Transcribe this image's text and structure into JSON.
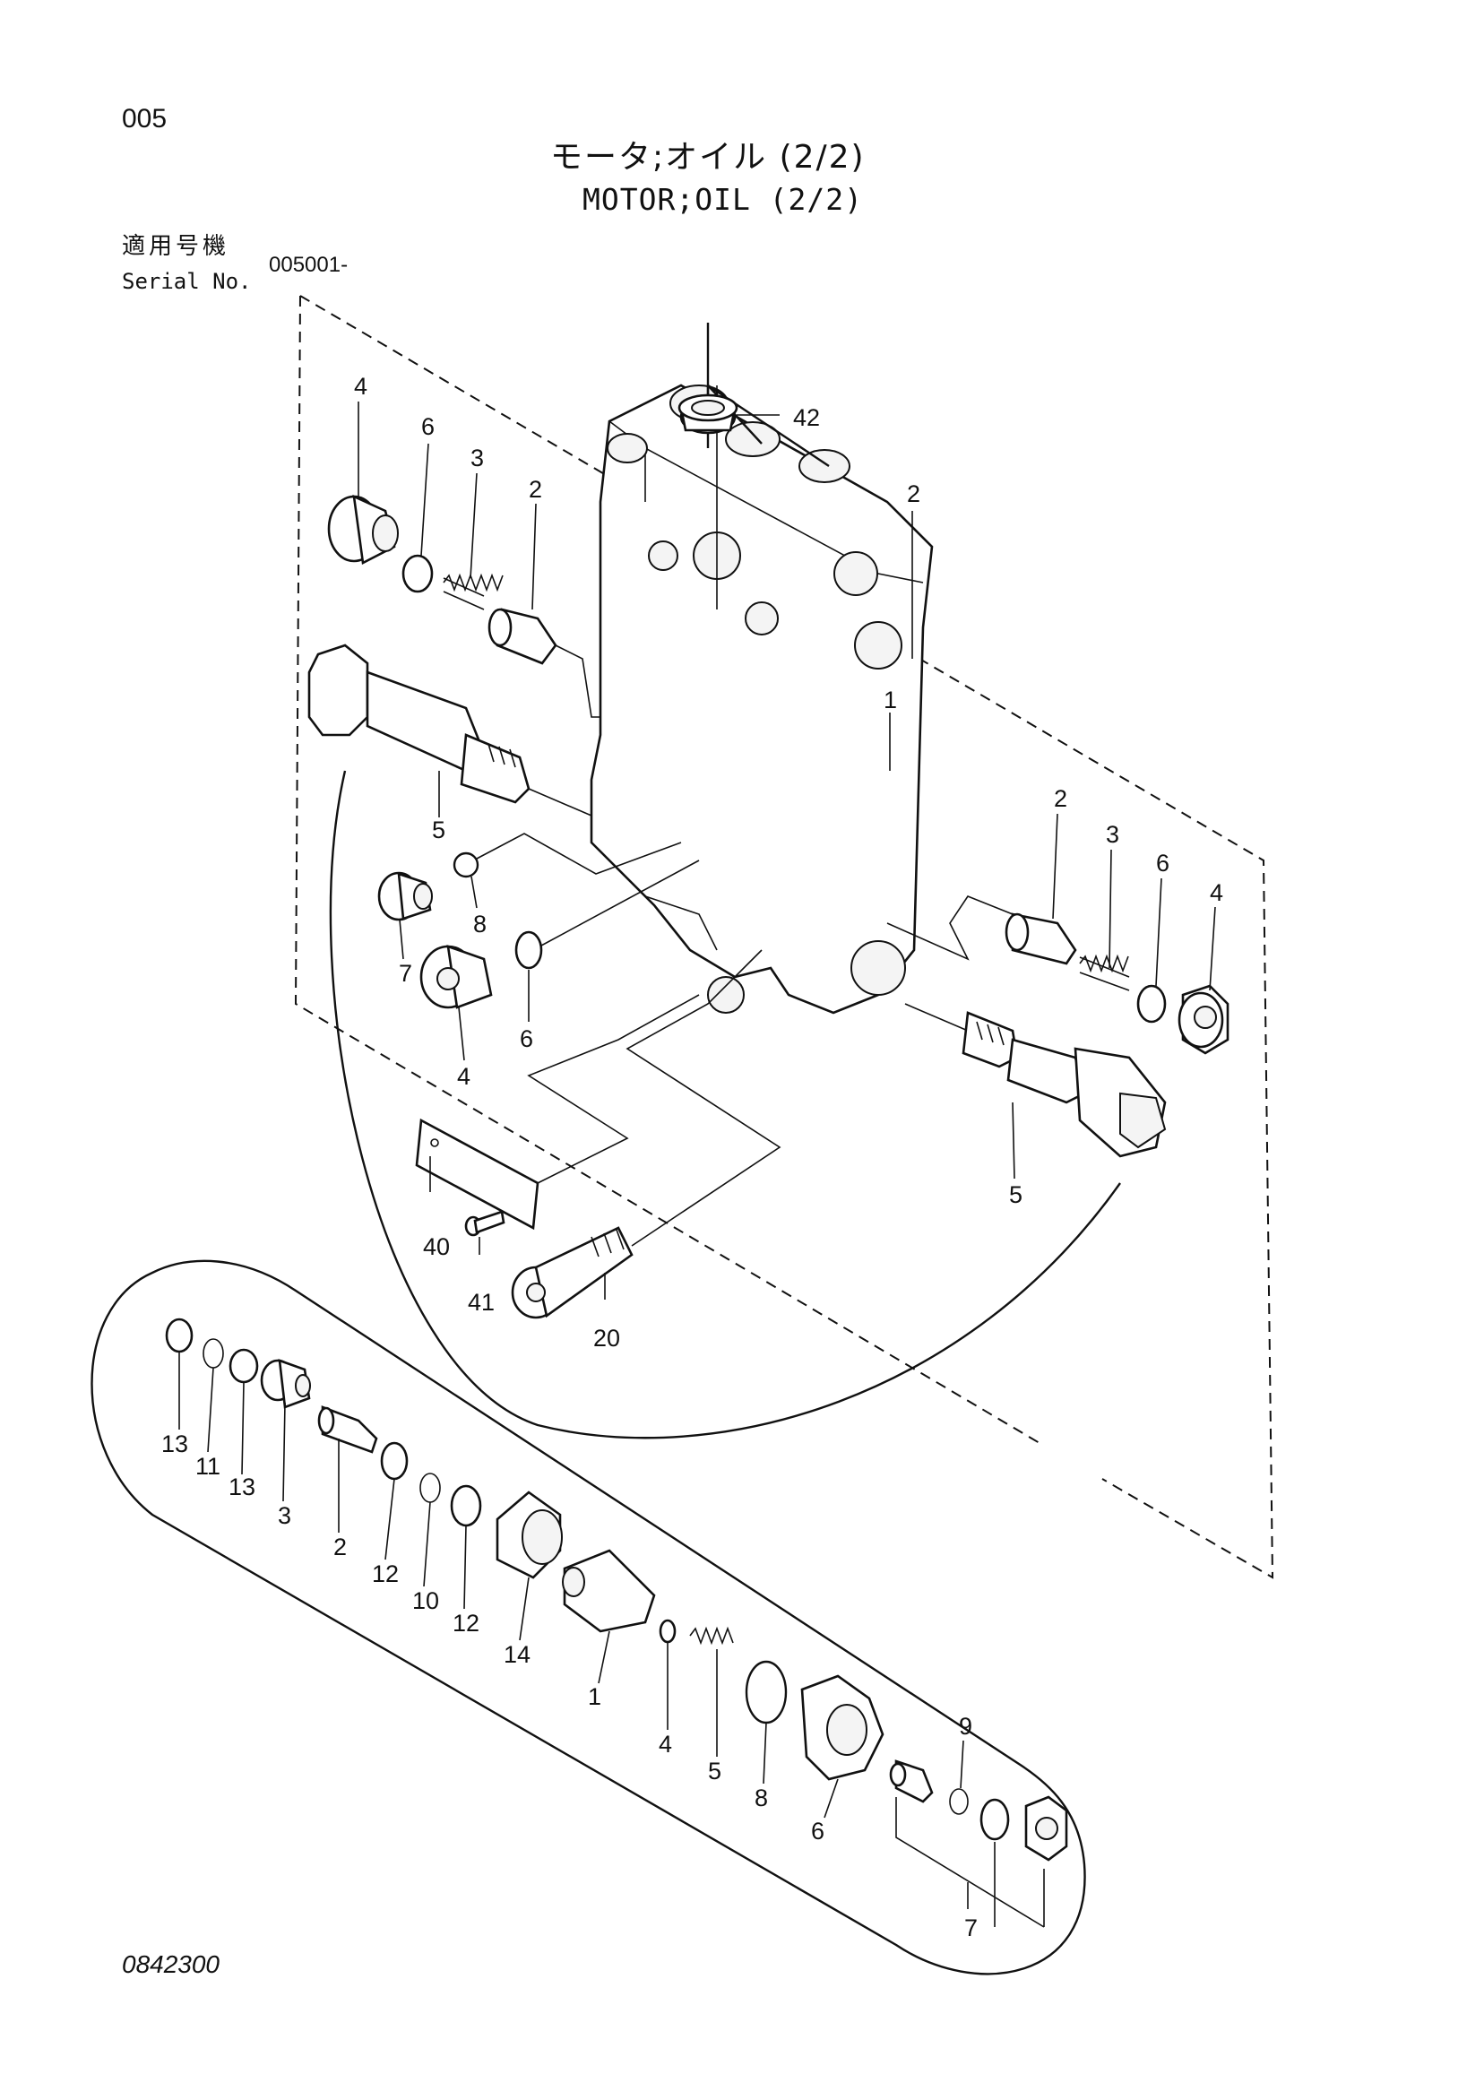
{
  "header": {
    "page_number": "005",
    "title_jp": "モータ;オイル (2/2)",
    "title_en": "MOTOR;OIL (2/2)",
    "serial_label_jp": "適用号機",
    "serial_label_en": "Serial No.",
    "serial_value": "005001-"
  },
  "footer": {
    "drawing_number": "0842300"
  },
  "callouts": {
    "c42": "42",
    "c2_top": "2",
    "c4_tl": "4",
    "c6_tl": "6",
    "c3_tl": "3",
    "c2_tl": "2",
    "c1_body": "1",
    "c5_left": "5",
    "c8_left": "8",
    "c7_left": "7",
    "c6_mid": "6",
    "c4_mid": "4",
    "c2_right": "2",
    "c3_right": "3",
    "c6_right": "6",
    "c4_right": "4",
    "c5_right": "5",
    "c40": "40",
    "c41": "41",
    "c20": "20"
  },
  "detail_callouts": {
    "d13a": "13",
    "d11": "11",
    "d13b": "13",
    "d3": "3",
    "d2": "2",
    "d12a": "12",
    "d10": "10",
    "d12b": "12",
    "d14": "14",
    "d1": "1",
    "d4": "4",
    "d5": "5",
    "d8": "8",
    "d6": "6",
    "d9": "9",
    "d7": "7"
  }
}
